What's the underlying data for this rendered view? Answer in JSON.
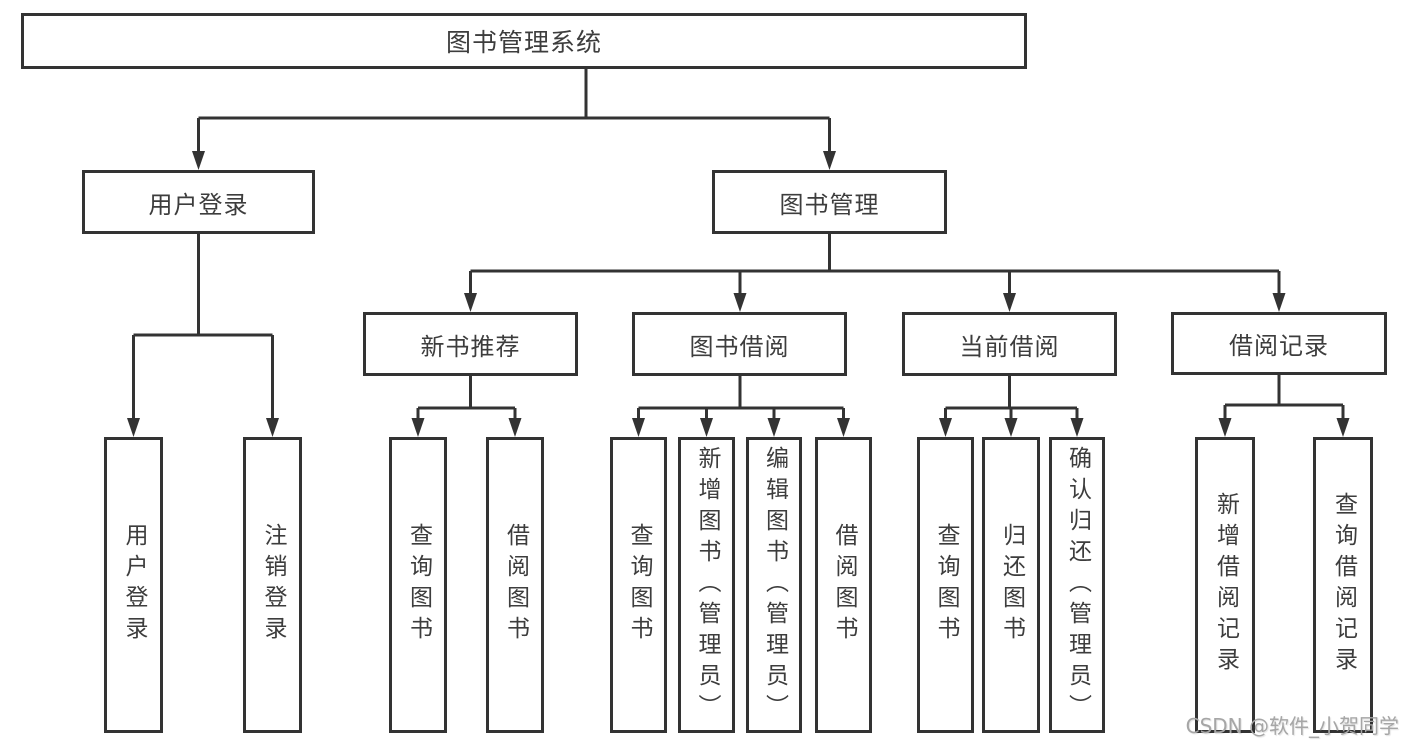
{
  "diagram": {
    "root": {
      "label": "图书管理系统"
    },
    "level2": [
      {
        "label": "用户登录"
      },
      {
        "label": "图书管理"
      }
    ],
    "level3": [
      {
        "label": "新书推荐"
      },
      {
        "label": "图书借阅"
      },
      {
        "label": "当前借阅"
      },
      {
        "label": "借阅记录"
      }
    ],
    "leaves": {
      "user_login": [
        "用户登录",
        "注销登录"
      ],
      "new_book_recommend": [
        "查询图书",
        "借阅图书"
      ],
      "book_borrow": [
        "查询图书",
        "新增图书（管理员）",
        "编辑图书（管理员）",
        "借阅图书"
      ],
      "current_borrow": [
        "查询图书",
        "归还图书",
        "确认归还（管理员）"
      ],
      "borrow_record": [
        "新增借阅记录",
        "查询借阅记录"
      ]
    }
  },
  "watermark": {
    "text": "CSDN @软件_小贺同学"
  },
  "colors": {
    "line": "#333333",
    "text": "#3d3d3d",
    "watermark": "#a6a6a6",
    "background": "#ffffff"
  }
}
